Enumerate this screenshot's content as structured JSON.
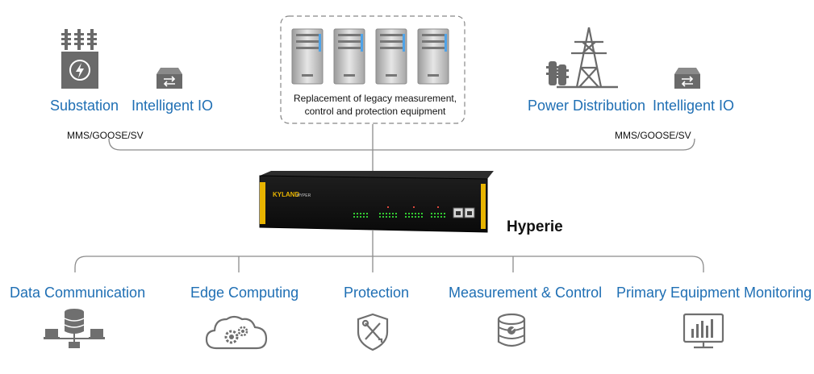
{
  "top": {
    "left": {
      "substation": "Substation",
      "intelligent_io": "Intelligent IO",
      "protocol": "MMS/GOOSE/SV"
    },
    "center_box": {
      "line1": "Replacement of legacy measurement,",
      "line2": "control and protection equipment"
    },
    "right": {
      "power_distribution": "Power Distribution",
      "intelligent_io": "Intelligent IO",
      "protocol": "MMS/GOOSE/SV"
    }
  },
  "device": {
    "name": "Hyperie",
    "brand": "KYLAND",
    "model": "HYPER"
  },
  "functions": [
    {
      "label": "Data Communication",
      "icon": "database-network-icon"
    },
    {
      "label": "Edge Computing",
      "icon": "cloud-gears-icon"
    },
    {
      "label": "Protection",
      "icon": "shield-tools-icon"
    },
    {
      "label": "Measurement & Control",
      "icon": "disk-gauge-icon"
    },
    {
      "label": "Primary Equipment Monitoring",
      "icon": "monitor-chart-icon"
    }
  ],
  "colors": {
    "label_blue": "#1f6fb4",
    "line_gray": "#8c8c8c",
    "icon_gray": "#6f6f6f",
    "device_accent": "#e8b400",
    "led_green": "#33cc33"
  }
}
